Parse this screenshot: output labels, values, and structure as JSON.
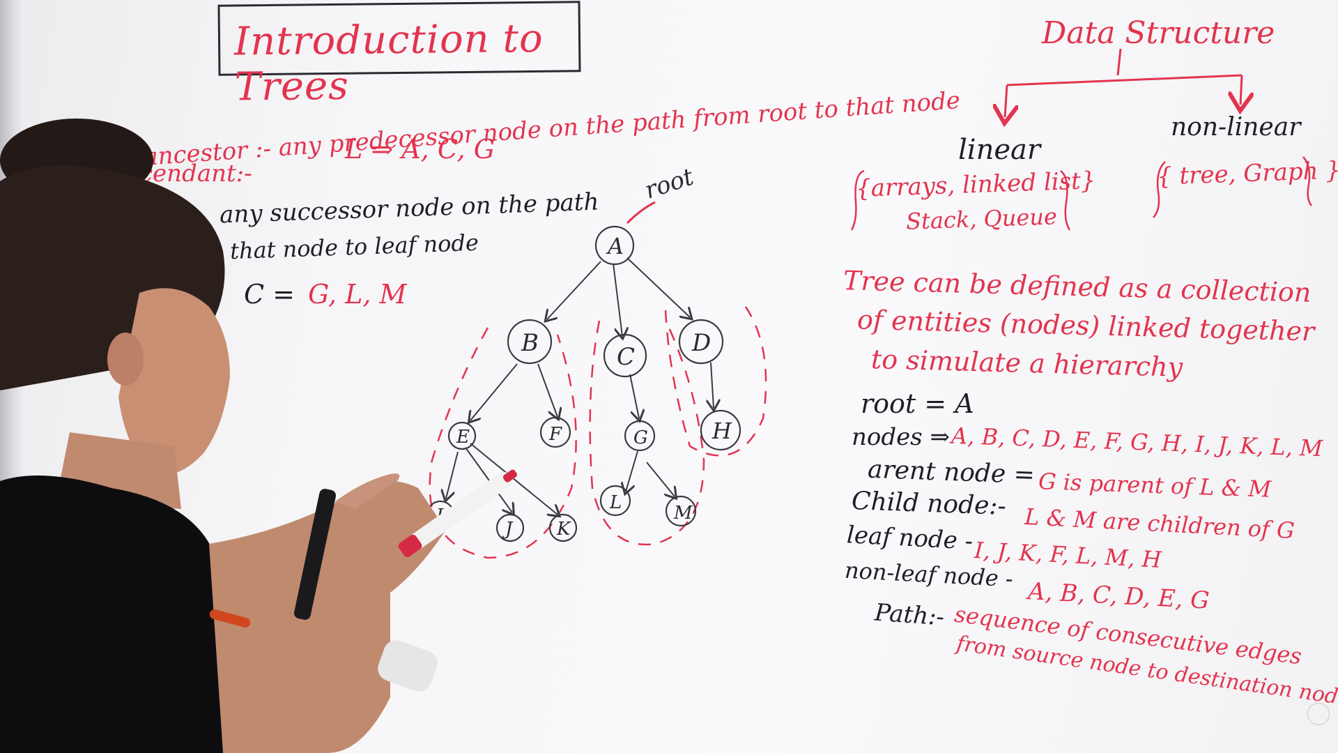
{
  "title": "Introduction to Trees",
  "left_notes": {
    "ancestor_line": "ancestor :- any predecessor node on the path from root to that node",
    "ancestor_example": "L ⇒ A, C, G",
    "descendant_heading": "cendant:-",
    "descendant_line1": "any successor node on the path",
    "descendant_line2": "that node to leaf node",
    "descendant_example_lhs": "C =",
    "descendant_example_rhs": "G, L, M"
  },
  "tree": {
    "root_label": "root",
    "nodes": [
      "A",
      "B",
      "C",
      "D",
      "E",
      "F",
      "G",
      "H",
      "I",
      "J",
      "K",
      "L",
      "M"
    ]
  },
  "classification": {
    "heading": "Data Structure",
    "linear_label": "linear",
    "linear_examples_line1": "{arrays, linked list}",
    "linear_examples_line2": "Stack, Queue",
    "nonlinear_label": "non-linear",
    "nonlinear_examples": "{ tree, Graph }"
  },
  "definition": {
    "line1": "Tree can be defined as a collection",
    "line2": "of entities (nodes) linked together",
    "line3": "to simulate a hierarchy"
  },
  "terms": {
    "root_label": "root = A",
    "nodes_label": "nodes ⇒",
    "nodes_value": "A, B, C, D, E, F, G, H, I, J, K, L, M",
    "parent_label": "arent node =",
    "parent_value": "G is parent of L & M",
    "child_label": "Child node:-",
    "child_value": "L & M are children of G",
    "leaf_label": "leaf node -",
    "leaf_value": "I, J, K, F, L, M, H",
    "nonleaf_label": "non-leaf node -",
    "nonleaf_value": "A, B, C, D, E, G",
    "path_label": "Path:-",
    "path_value_line1": "sequence of consecutive edges",
    "path_value_line2": "from source node to destination node"
  },
  "colors": {
    "red_marker": "#e2344f",
    "black_marker": "#1e1e24",
    "board": "#f7f6f8"
  }
}
